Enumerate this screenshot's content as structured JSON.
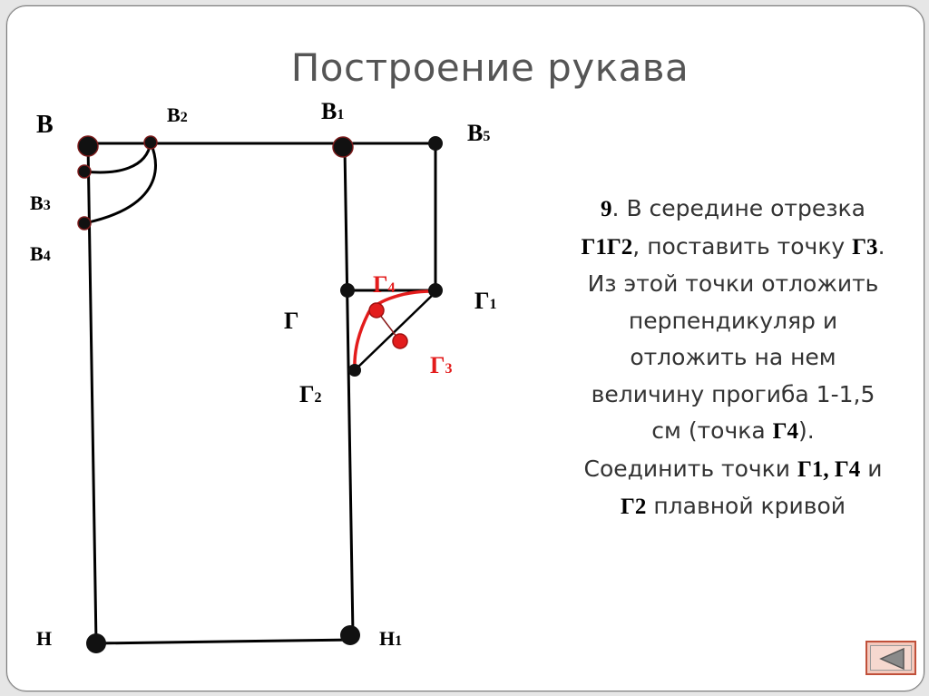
{
  "title": "Построение рукава",
  "labels": {
    "B": "В",
    "B1": "В",
    "B1_sub": "1",
    "B2": "В",
    "B2_sub": "2",
    "B3": "В",
    "B3_sub": "3",
    "B4": "В",
    "B4_sub": "4",
    "B5": "В",
    "B5_sub": "5",
    "G": "Г",
    "G1": "Г",
    "G1_sub": "1",
    "G2": "Г",
    "G2_sub": "2",
    "G3": "Г",
    "G3_sub": "3",
    "G4": "Г",
    "G4_sub": "4",
    "H": "Н",
    "H1": "Н",
    "H1_sub": "1"
  },
  "colors": {
    "line": "#000000",
    "accent": "#e31c1c",
    "title": "#555555"
  },
  "instruction": {
    "step_num": "9",
    "l1_a": ". В середине отрезка",
    "l2_bold": "Г1Г2",
    "l2_a": ", поставить точку ",
    "l2_bold2": "Г3",
    "l2_b": ".",
    "l3": "Из этой точки отложить",
    "l4": "перпендикуляр и",
    "l5": "отложить на нем",
    "l6": "величину прогиба 1-1,5",
    "l7_a": "см (точка ",
    "l7_bold": "Г4",
    "l7_b": ").",
    "l8_a": "Соединить точки ",
    "l8_bold": "Г1, Г4",
    "l8_b": " и",
    "l9_bold": "Г2",
    "l9_a": " плавной кривой"
  },
  "nav": {
    "back_icon": "triangle-left-icon"
  }
}
